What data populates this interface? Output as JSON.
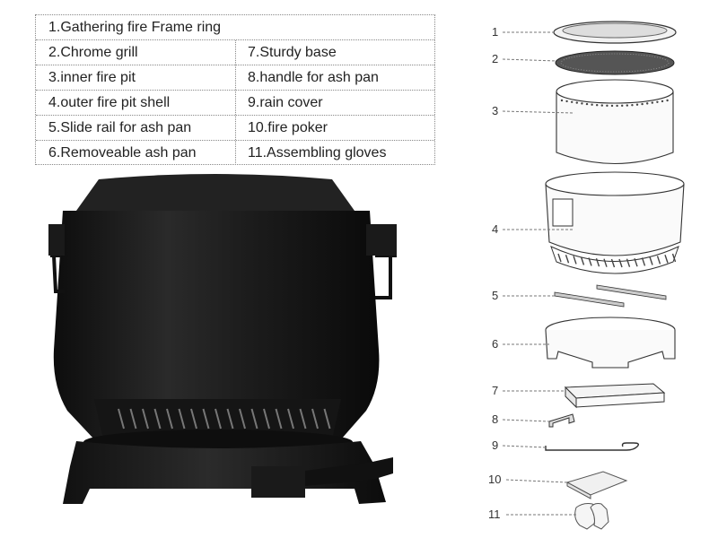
{
  "table": {
    "title": "1.Gathering fire Frame ring",
    "left": [
      "2.Chrome grill",
      "3.inner fire pit",
      "4.outer fire pit shell",
      "5.Slide rail for ash pan",
      "6.Removeable ash pan"
    ],
    "right": [
      "7.Sturdy base",
      "8.handle for ash pan",
      "9.rain cover",
      "10.fire poker",
      "11.Assembling gloves"
    ]
  },
  "exploded": {
    "numbers": [
      "1",
      "2",
      "3",
      "4",
      "5",
      "6",
      "7",
      "8",
      "9",
      "10",
      "11"
    ]
  }
}
